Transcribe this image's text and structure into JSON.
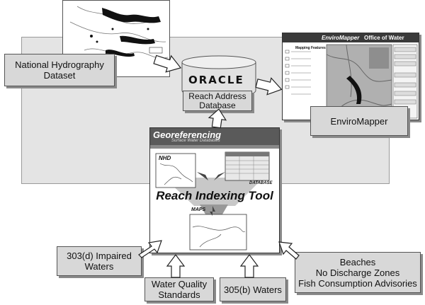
{
  "boxes": {
    "nhd": "National Hydrography\nDataset",
    "reach_address": "Reach Address\nDatabase",
    "enviromapper": "EnviroMapper",
    "impaired": "303(d) Impaired\nWaters",
    "wq_standards": "Water Quality\nStandards",
    "waters_305b": "305(b) Waters",
    "beaches": "Beaches\nNo Discharge Zones\nFish Consumption Advisories"
  },
  "oracle_logo": "ORACLE",
  "enviromapper_screen": {
    "title": "EnviroMapper",
    "office": "Office of Water",
    "panel_label": "Mapping Features"
  },
  "georef_screen": {
    "title": "Georeferencing",
    "subtitle": "Surface Water Databases",
    "nhd_label": "NHD",
    "database_label": "DATABASE",
    "tool_name": "Reach Indexing Tool",
    "maps_label": "MAPS"
  }
}
